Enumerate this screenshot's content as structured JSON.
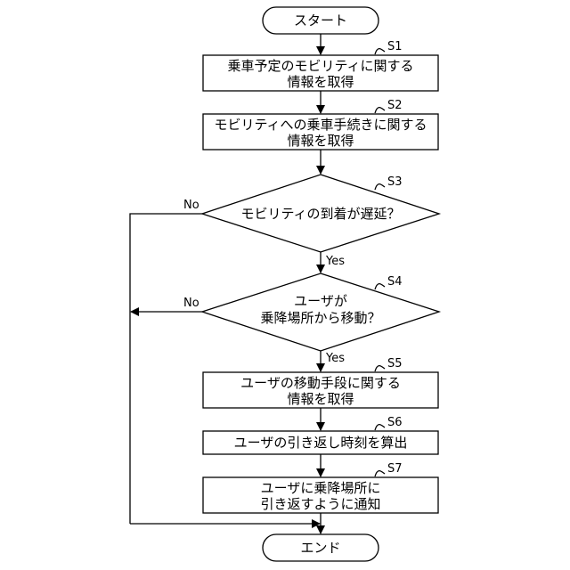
{
  "flowchart": {
    "start": "スタート",
    "end": "エンド",
    "steps": {
      "s1": {
        "id": "S1",
        "lines": [
          "乗車予定のモビリティに関する",
          "情報を取得"
        ]
      },
      "s2": {
        "id": "S2",
        "lines": [
          "モビリティへの乗車手続きに関する",
          "情報を取得"
        ]
      },
      "s3": {
        "id": "S3",
        "lines": [
          "モビリティの到着が遅延？"
        ]
      },
      "s4": {
        "id": "S4",
        "lines": [
          "ユーザが",
          "乗降場所から移動？"
        ]
      },
      "s5": {
        "id": "S5",
        "lines": [
          "ユーザの移動手段に関する",
          "情報を取得"
        ]
      },
      "s6": {
        "id": "S6",
        "lines": [
          "ユーザの引き返し時刻を算出"
        ]
      },
      "s7": {
        "id": "S7",
        "lines": [
          "ユーザに乗降場所に",
          "引き返すように通知"
        ]
      }
    },
    "labels": {
      "yes": "Yes",
      "no": "No"
    }
  }
}
